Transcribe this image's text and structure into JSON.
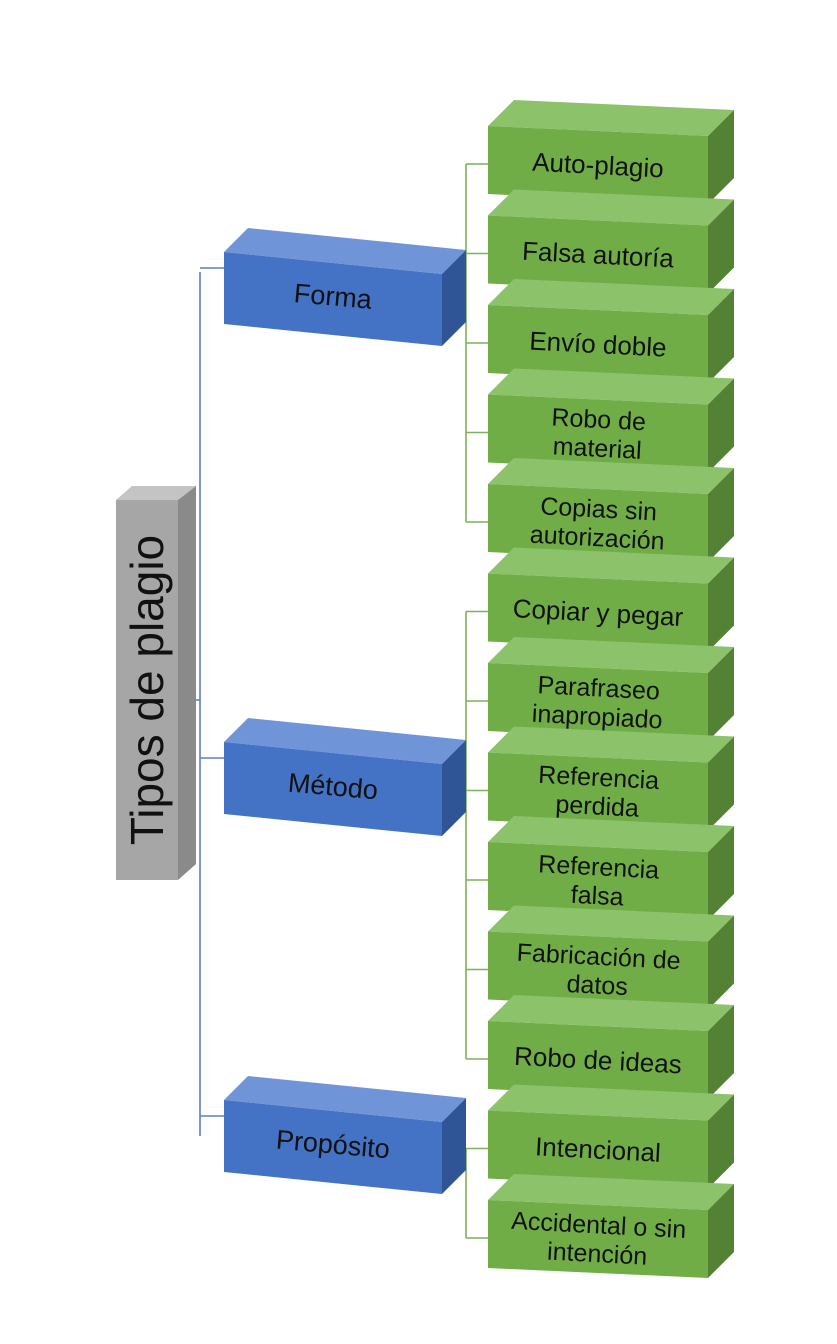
{
  "root": {
    "label": "Tipos de plagio"
  },
  "categories": [
    {
      "label": "Forma",
      "items": [
        [
          "Auto-plagio"
        ],
        [
          "Falsa autoría"
        ],
        [
          "Envío doble"
        ],
        [
          "Robo de",
          "material"
        ],
        [
          "Copias sin",
          "autorización"
        ]
      ]
    },
    {
      "label": "Método",
      "items": [
        [
          "Copiar y pegar"
        ],
        [
          "Parafraseo",
          "inapropiado"
        ],
        [
          "Referencia",
          "perdida"
        ],
        [
          "Referencia",
          "falsa"
        ],
        [
          "Fabricación de",
          "datos"
        ],
        [
          "Robo de ideas"
        ]
      ]
    },
    {
      "label": "Propósito",
      "items": [
        [
          "Intencional"
        ],
        [
          "Accidental o sin",
          "intención"
        ]
      ]
    }
  ],
  "colors": {
    "root_front": "#a6a6a6",
    "root_top": "#c4c4c4",
    "root_side": "#8a8a8a",
    "category_front": "#4472c4",
    "category_top": "#6f95d8",
    "category_side": "#2f5597",
    "leaf_front": "#70ad47",
    "leaf_top": "#8cc26a",
    "leaf_side": "#548235",
    "line_blue": "#5b7fc0",
    "line_green": "#7fb05a"
  }
}
